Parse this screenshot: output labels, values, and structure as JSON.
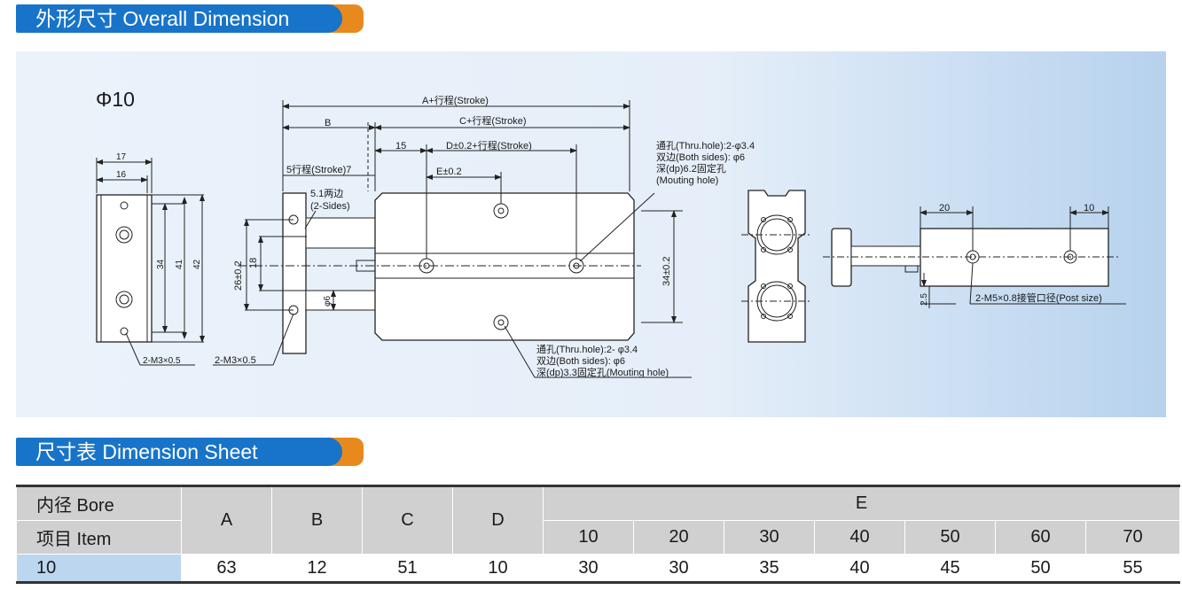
{
  "sections": {
    "overall": "外形尺寸 Overall Dimension",
    "sheet": "尺寸表 Dimension Sheet"
  },
  "drawing": {
    "bore_label": "Φ10",
    "end_view": {
      "w17": "17",
      "w16": "16",
      "h34": "34",
      "h41": "41",
      "h42": "42",
      "tap": "2-M3×0.5"
    },
    "side_view": {
      "a_stroke": "A+行程(Stroke)",
      "b": "B",
      "c_stroke": "C+行程(Stroke)",
      "d15": "15",
      "d_stroke": "D±0.2+行程(Stroke)",
      "stroke_7": "5行程(Stroke)7",
      "e": "E±0.2",
      "sides_1": "5.1两边",
      "sides_2": "(2-Sides)",
      "v26": "26±0.2",
      "v18": "18",
      "phi6": "φ6",
      "v34": "34±0.2",
      "tap": "2-M3×0.5",
      "top_note": [
        "通孔(Thru.hole):2-φ3.4",
        "双边(Both sides): φ6",
        "深(dp)6.2固定孔",
        "(Mouting hole)"
      ],
      "bottom_note": [
        "通孔(Thru.hole):2- φ3.4",
        "双边(Both sides): φ6",
        "深(dp)3.3固定孔(Mouting hole)"
      ]
    },
    "right_view": {
      "d20": "20",
      "d10": "10",
      "d25": "2.5",
      "port": "2-M5×0.8接管口径(Post size)"
    }
  },
  "table": {
    "head1": [
      "内径 Bore",
      "A",
      "B",
      "C",
      "D",
      "E"
    ],
    "item": "项目 Item",
    "e_values": [
      "10",
      "20",
      "30",
      "40",
      "50",
      "60",
      "70"
    ],
    "row": [
      "10",
      "63",
      "12",
      "51",
      "10",
      "30",
      "30",
      "35",
      "40",
      "45",
      "50",
      "55"
    ]
  }
}
